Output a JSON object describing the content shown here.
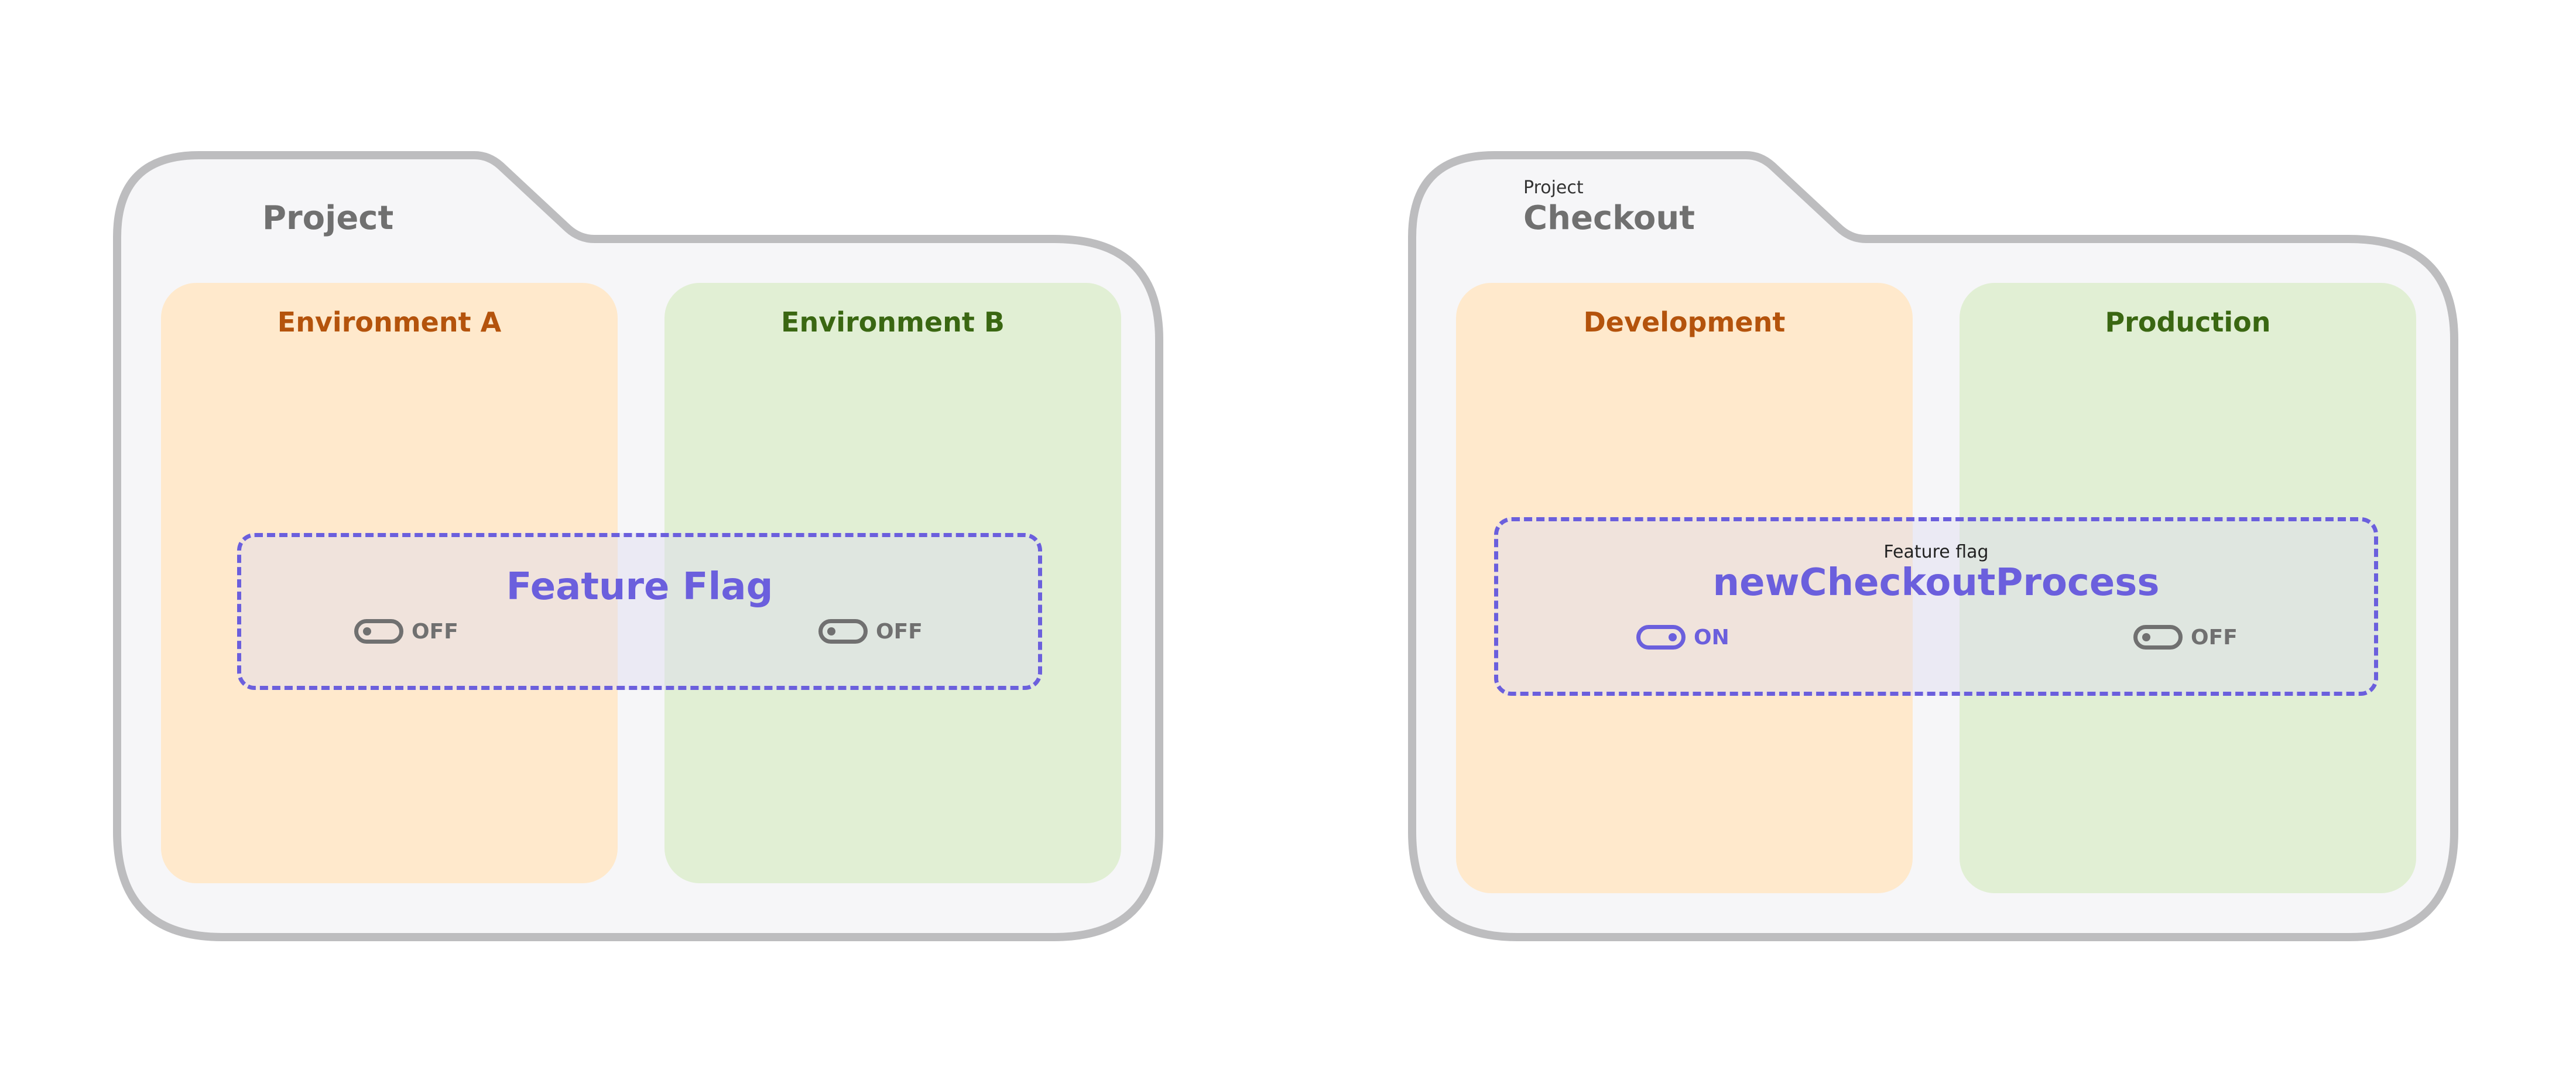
{
  "colors": {
    "folder_border": "#BDBDBF",
    "folder_fill": "#F6F6F8",
    "env_a_fill": "#FFE9CC",
    "env_b_fill": "#E1EFD4",
    "env_a_text": "#B4530C",
    "env_b_text": "#3A6712",
    "flag_accent": "#6B5FDD",
    "toggle_off": "#707070"
  },
  "left": {
    "project_title": "Project",
    "env_a": "Environment A",
    "env_b": "Environment B",
    "flag_name": "Feature Flag",
    "toggle_a": {
      "state": "off",
      "label": "OFF",
      "icon": "toggle-off-icon"
    },
    "toggle_b": {
      "state": "off",
      "label": "OFF",
      "icon": "toggle-off-icon"
    }
  },
  "right": {
    "project_caption": "Project",
    "project_title": "Checkout",
    "env_a": "Development",
    "env_b": "Production",
    "flag_caption": "Feature flag",
    "flag_name": "newCheckoutProcess",
    "toggle_a": {
      "state": "on",
      "label": "ON",
      "icon": "toggle-on-icon"
    },
    "toggle_b": {
      "state": "off",
      "label": "OFF",
      "icon": "toggle-off-icon"
    }
  }
}
